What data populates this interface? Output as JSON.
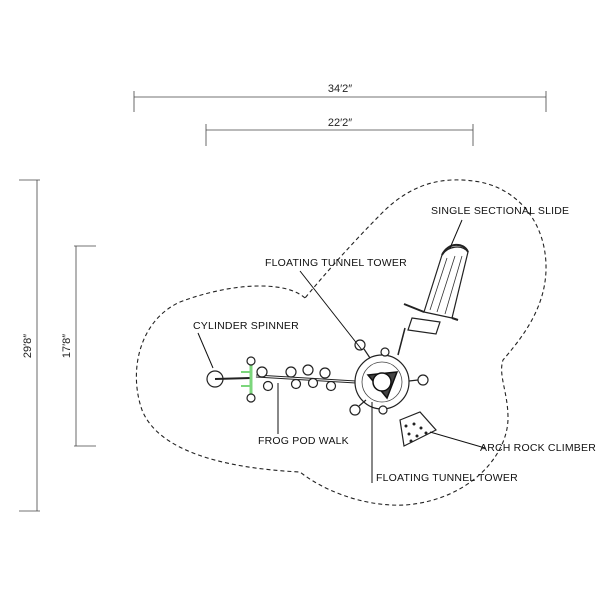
{
  "dimensions": {
    "overall_width": "34′2″",
    "inner_width": "22′2″",
    "overall_height": "29′8″",
    "inner_height": "17′8″"
  },
  "components": {
    "single_sectional_slide": "SINGLE SECTIONAL SLIDE",
    "floating_tunnel_tower_top": "FLOATING TUNNEL TOWER",
    "cylinder_spinner": "CYLINDER SPINNER",
    "frog_pod_walk": "FROG POD WALK",
    "arch_rock_climber": "ARCH ROCK CLIMBER",
    "floating_tunnel_tower_bottom": "FLOATING TUNNEL TOWER"
  },
  "colors": {
    "line": "#222222",
    "spinner_accent": "#7cd67c"
  }
}
